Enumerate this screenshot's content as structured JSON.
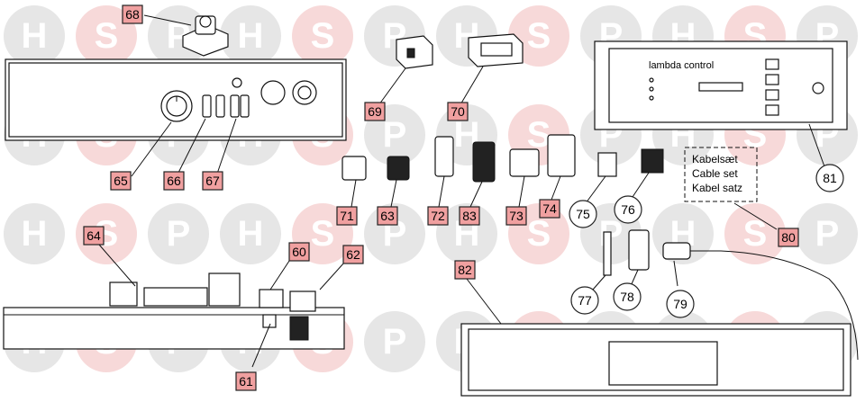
{
  "watermark": {
    "letters": [
      "H",
      "S",
      "P",
      "H",
      "S",
      "P",
      "H",
      "S",
      "P",
      "H",
      "S",
      "P"
    ],
    "colors": {
      "grey": "#e6e6e6",
      "pink": "#f7d9d9"
    }
  },
  "callouts_square": [
    {
      "id": "68",
      "label": "68"
    },
    {
      "id": "65",
      "label": "65"
    },
    {
      "id": "66",
      "label": "66"
    },
    {
      "id": "67",
      "label": "67"
    },
    {
      "id": "69",
      "label": "69"
    },
    {
      "id": "70",
      "label": "70"
    },
    {
      "id": "71",
      "label": "71"
    },
    {
      "id": "63",
      "label": "63"
    },
    {
      "id": "72",
      "label": "72"
    },
    {
      "id": "83",
      "label": "83"
    },
    {
      "id": "73",
      "label": "73"
    },
    {
      "id": "74",
      "label": "74"
    },
    {
      "id": "64",
      "label": "64"
    },
    {
      "id": "60",
      "label": "60"
    },
    {
      "id": "62",
      "label": "62"
    },
    {
      "id": "61",
      "label": "61"
    },
    {
      "id": "82",
      "label": "82"
    },
    {
      "id": "80",
      "label": "80"
    }
  ],
  "callouts_circle": [
    {
      "id": "75",
      "label": "75"
    },
    {
      "id": "76",
      "label": "76"
    },
    {
      "id": "81",
      "label": "81"
    },
    {
      "id": "77",
      "label": "77"
    },
    {
      "id": "78",
      "label": "78"
    },
    {
      "id": "79",
      "label": "79"
    }
  ],
  "panel_text": {
    "lambda": "lambda control"
  },
  "cable_note": {
    "line1": "Kabelsæt",
    "line2": "Cable set",
    "line3": "Kabel satz"
  },
  "accent": "#f0a0a0"
}
